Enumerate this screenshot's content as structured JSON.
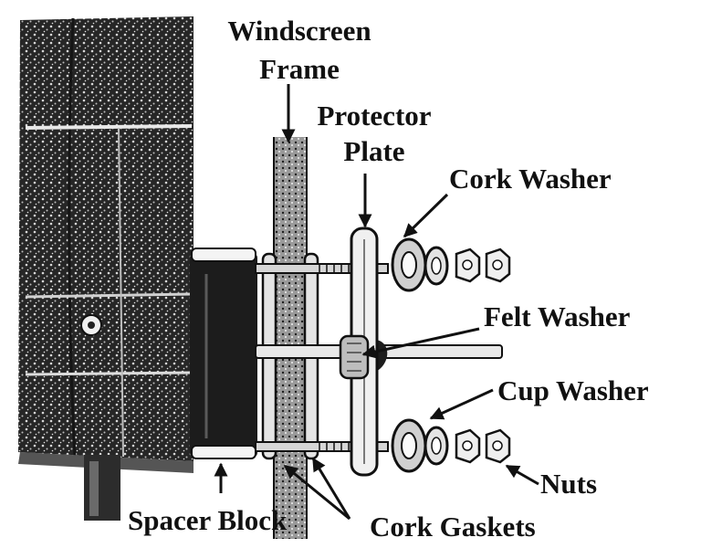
{
  "labels": {
    "windscreen_frame_line1": "Windscreen",
    "windscreen_frame_line2": "Frame",
    "protector_plate_line1": "Protector",
    "protector_plate_line2": "Plate",
    "cork_washer": "Cork Washer",
    "felt_washer": "Felt Washer",
    "cup_washer": "Cup Washer",
    "nuts": "Nuts",
    "spacer_block": "Spacer Block",
    "cork_gaskets": "Cork Gaskets"
  },
  "colors": {
    "ink": "#1e1e1e",
    "paper": "#ffffff"
  }
}
